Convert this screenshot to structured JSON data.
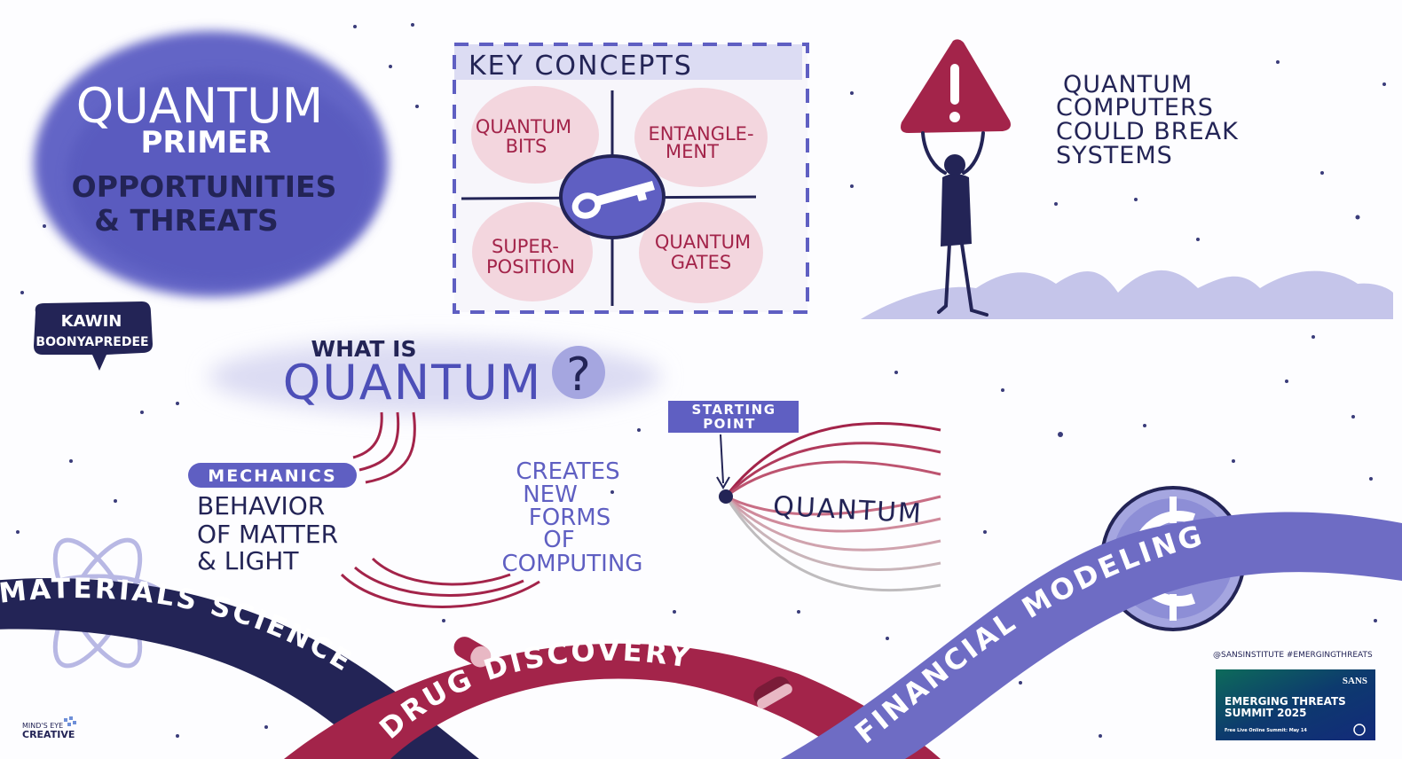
{
  "title_blob": {
    "line1": "QUANTUM",
    "line2": "PRIMER",
    "line3": "OPPORTUNITIES",
    "line4": "& THREATS"
  },
  "speaker": {
    "first": "KAWIN",
    "last": "BOONYAPREDEE"
  },
  "key_concepts": {
    "heading": "KEY CONCEPTS",
    "icon": "key-icon",
    "items": [
      {
        "line1": "QUANTUM",
        "line2": "BITS"
      },
      {
        "line1": "ENTANGLE-",
        "line2": "MENT"
      },
      {
        "line1": "SUPER-",
        "line2": "POSITION"
      },
      {
        "line1": "QUANTUM",
        "line2": "GATES"
      }
    ]
  },
  "threat": {
    "icon": "warning-icon",
    "lines": [
      "QUANTUM",
      "COMPUTERS",
      "COULD BREAK",
      "SYSTEMS"
    ]
  },
  "what_is": {
    "small": "WHAT IS",
    "big": "QUANTUM",
    "mark": "?"
  },
  "mechanics": {
    "label": "MECHANICS",
    "lines": [
      "BEHAVIOR",
      "OF MATTER",
      "& LIGHT"
    ]
  },
  "creates": {
    "lines": [
      "CREATES",
      "NEW",
      "FORMS",
      "OF",
      "COMPUTING"
    ]
  },
  "starting_point": {
    "line1": "STARTING",
    "line2": "POINT",
    "fan_label": "QUANTUM"
  },
  "bands": {
    "materials": "MATERIALS SCIENCE",
    "drug": "DRUG DISCOVERY",
    "financial": "FINANCIAL MODELING"
  },
  "footer": {
    "hashtags": "@SANSINSTITUTE #EMERGINGTHREATS",
    "sans": "SANS",
    "event_line1": "EMERGING THREATS",
    "event_line2": "SUMMIT 2025",
    "event_sub": "Free Live Online Summit: May 14",
    "artist_line1": "MIND'S EYE",
    "artist_line2": "CREATIVE"
  },
  "colors": {
    "navy": "#232456",
    "blue": "#5f5fc2",
    "crimson": "#a3244a",
    "pink": "#f3d6de",
    "lavender": "#c5c5ea"
  }
}
